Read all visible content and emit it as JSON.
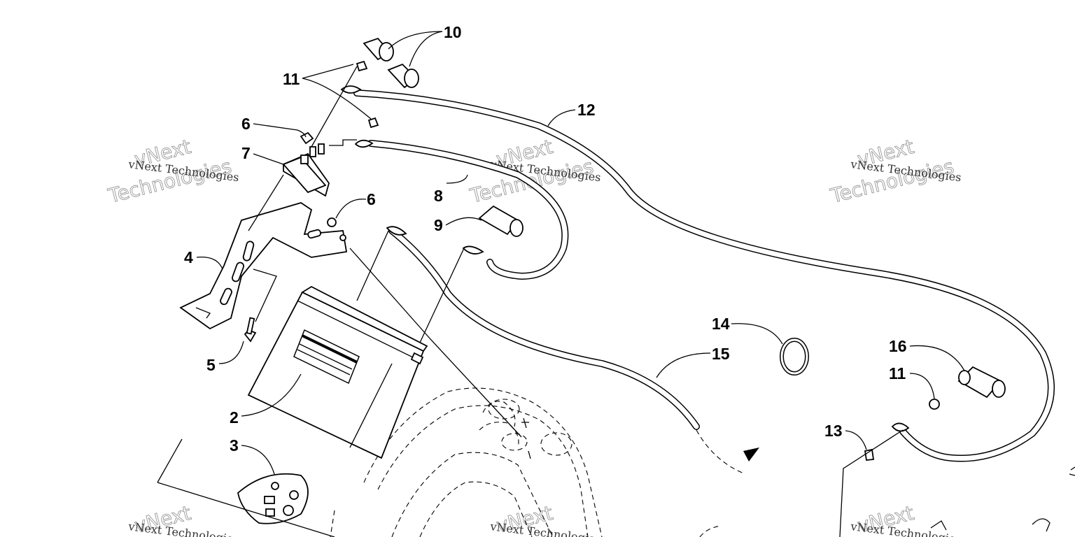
{
  "callouts": {
    "c10": "10",
    "c11a": "11",
    "c12": "12",
    "c6a": "6",
    "c7": "7",
    "c6b": "6",
    "c8": "8",
    "c9": "9",
    "c4": "4",
    "c5": "5",
    "c2": "2",
    "c3": "3",
    "c14": "14",
    "c15": "15",
    "c16": "16",
    "c11b": "11",
    "c13": "13"
  },
  "watermark": {
    "line1": "vNext Technologies",
    "line2": "vNext",
    "line3": "Technologies"
  }
}
